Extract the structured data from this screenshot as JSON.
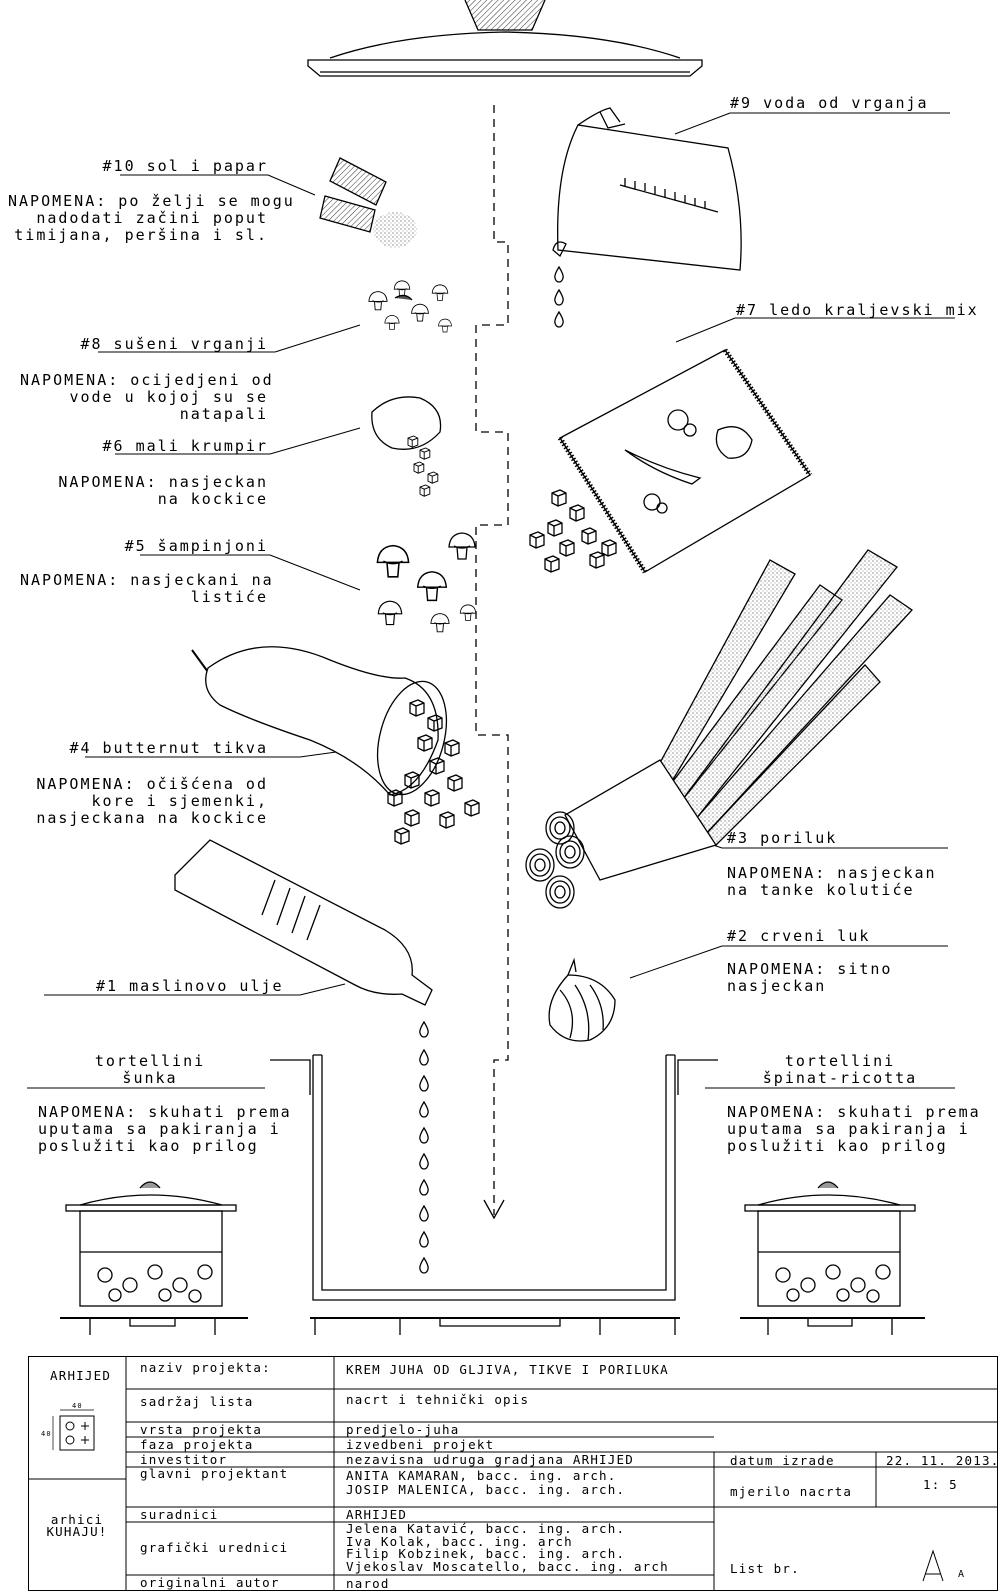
{
  "steps": {
    "s10": {
      "title": "#10 sol i papar",
      "note": "NAPOMENA: po želji se mogu\nnadodati začini poput\ntimijana, peršina i sl."
    },
    "s9": {
      "title": "#9 voda od vrganja"
    },
    "s8": {
      "title": "#8 sušeni vrganji",
      "note": "NAPOMENA: ocijedjeni od\nvode u kojoj su se\nnatapali"
    },
    "s7": {
      "title": "#7 ledo kraljevski mix"
    },
    "s6": {
      "title": "#6 mali krumpir",
      "note": "NAPOMENA: nasjeckan\nna kockice"
    },
    "s5": {
      "title": "#5 šampinjoni",
      "note": "NAPOMENA: nasjeckani na\nlistiće"
    },
    "s4": {
      "title": "#4 butternut tikva",
      "note": "NAPOMENA: očišćena od\nkore i sjemenki,\nnasjeckana na kockice"
    },
    "s3": {
      "title": "#3 poriluk",
      "note": "NAPOMENA: nasjeckan\nna tanke kolutiće"
    },
    "s2": {
      "title": "#2 crveni luk",
      "note": "NAPOMENA: sitno\nnasjeckan"
    },
    "s1": {
      "title": "#1 maslinovo ulje"
    }
  },
  "sides": {
    "left": {
      "title": "tortellini\nšunka",
      "note": "NAPOMENA: skuhati prema\nuputama sa pakiranja i\nposlužiti kao prilog"
    },
    "right": {
      "title": "tortellini\nšpinat-ricotta",
      "note": "NAPOMENA: skuhati prema\nuputama sa pakiranja i\nposlužiti kao prilog"
    }
  },
  "title_block": {
    "office": "ARHIJED",
    "logo_dims": [
      "40",
      "40"
    ],
    "team": "arhici\nKUHAJU!",
    "rows": [
      {
        "label": "naziv projekta:",
        "value": "KREM JUHA OD GLJIVA, TIKVE I PORILUKA"
      },
      {
        "label": "sadržaj lista",
        "value": "nacrt i tehnički opis"
      },
      {
        "label": "vrsta projekta",
        "value": "predjelo-juha"
      },
      {
        "label": "faza projekta",
        "value": "izvedbeni projekt"
      },
      {
        "label": "investitor",
        "value": "nezavisna udruga gradjana ARHIJED"
      },
      {
        "label": "glavni projektant",
        "value": "ANITA KAMARAN, bacc. ing. arch.\nJOSIP MALENICA, bacc. ing. arch."
      },
      {
        "label": "suradnici",
        "value": "ARHIJED"
      },
      {
        "label": "grafički urednici",
        "value": "Jelena Katavić, bacc. ing. arch.\nIva Kolak, bacc. ing. arch\nFilip Kobzinek, bacc. ing. arch.\nVjekoslav Moscatello, bacc. ing. arch"
      },
      {
        "label": "originalni autor",
        "value": "narod"
      }
    ],
    "date_label": "datum izrade",
    "date_value": "22. 11. 2013.",
    "scale_label": "mjerilo nacrta",
    "scale_value": "1: 5",
    "sheet_label": "List br.",
    "sheet_value": "A"
  }
}
